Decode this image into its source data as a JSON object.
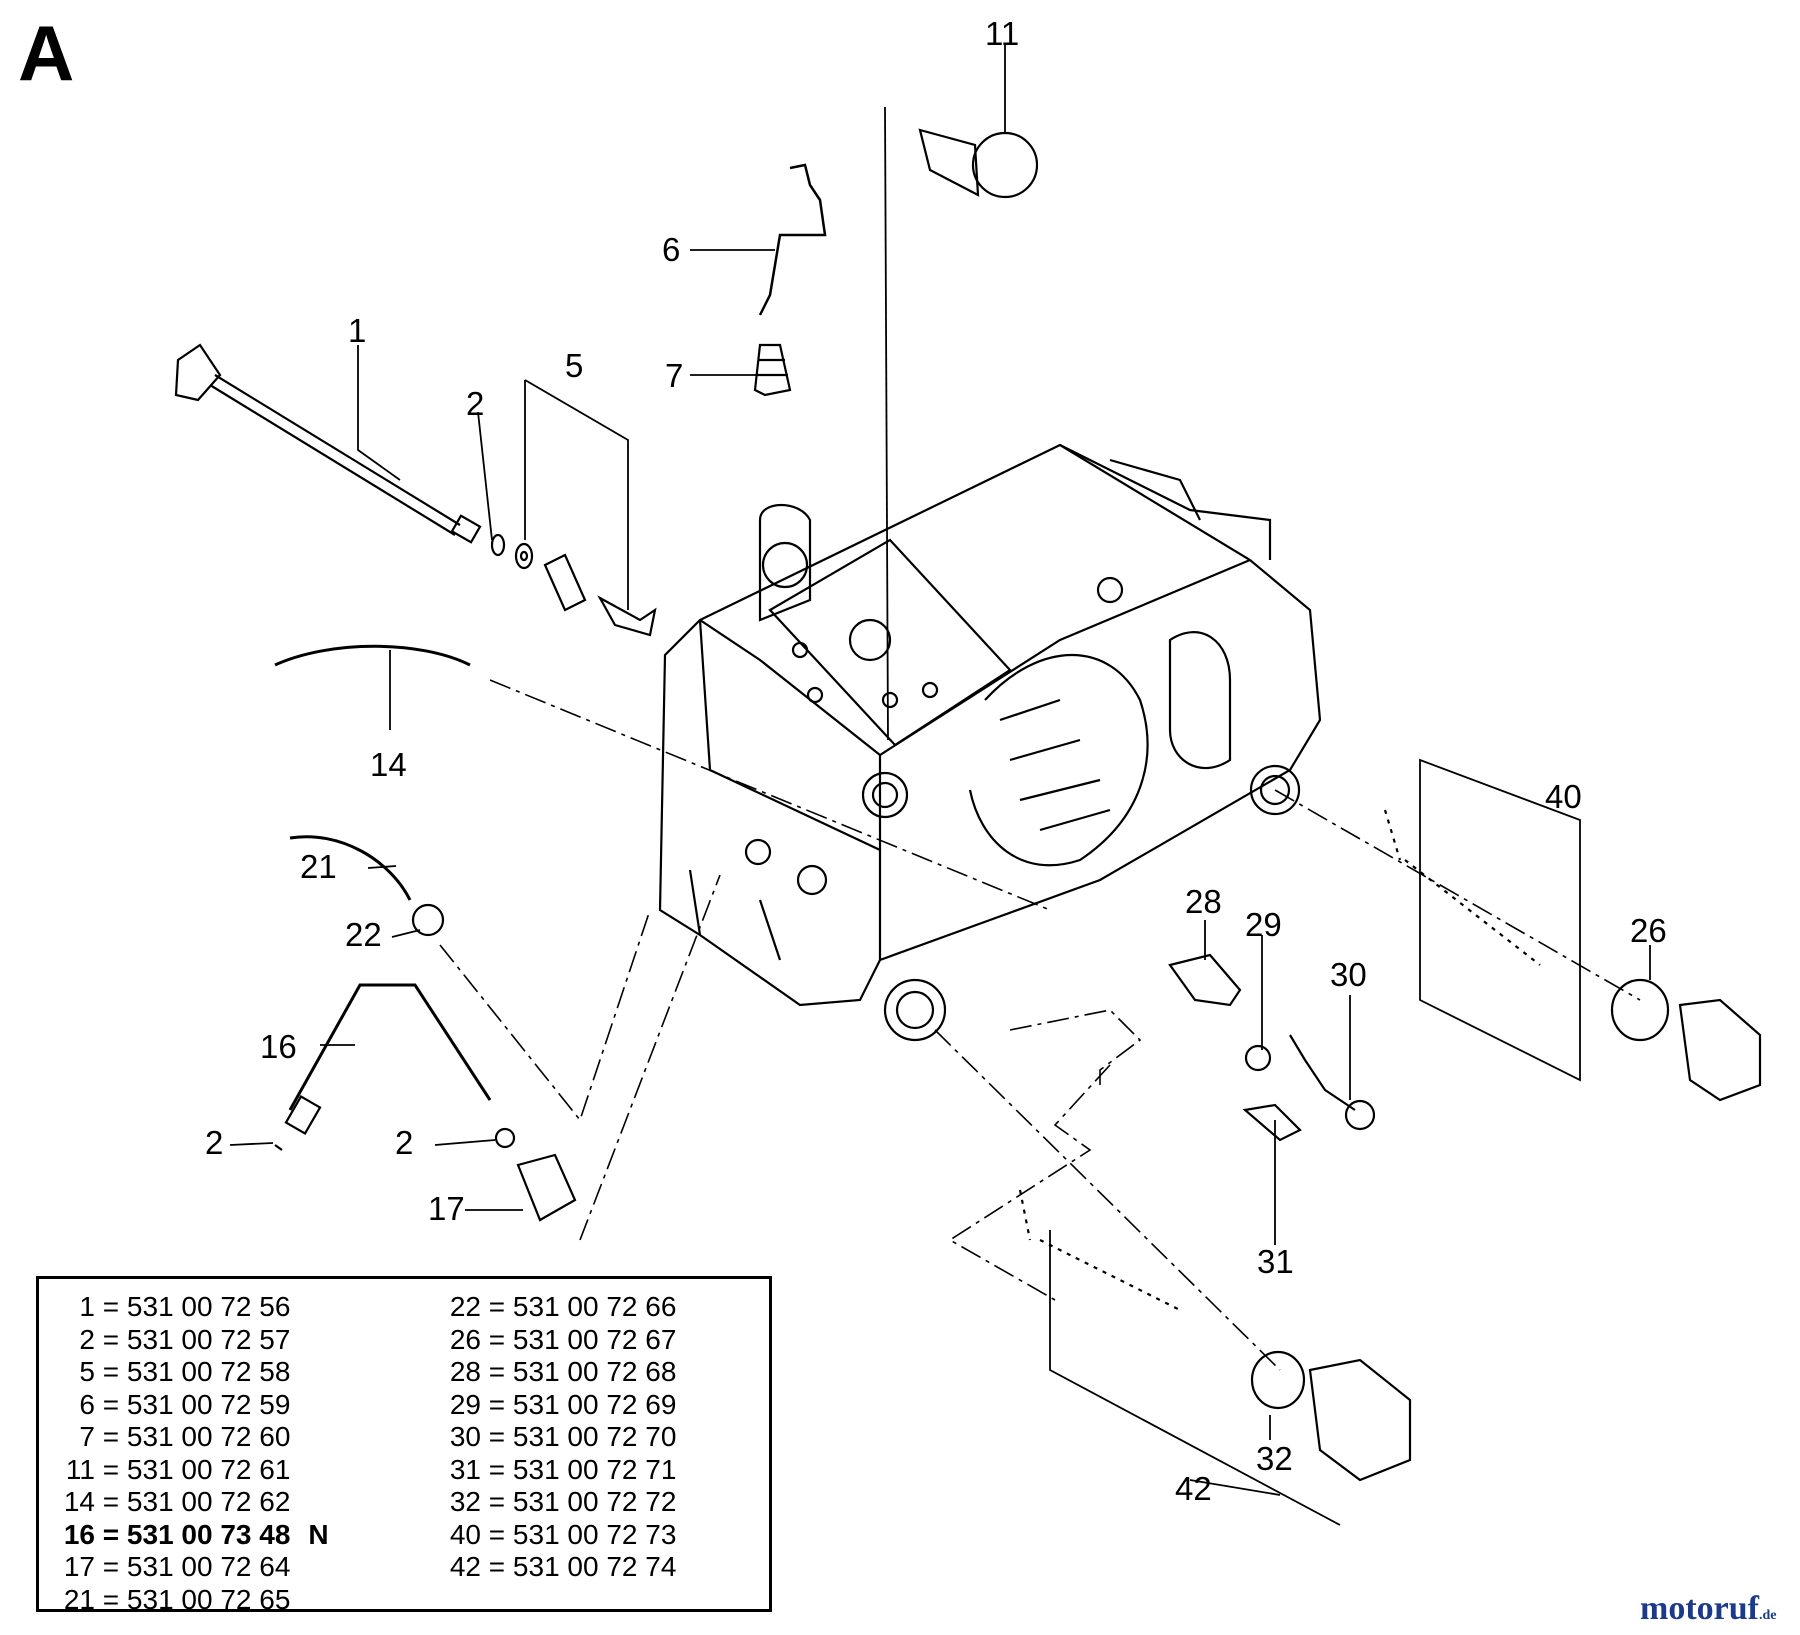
{
  "section_letter": "A",
  "callouts": {
    "n1": "1",
    "n2a": "2",
    "n2b": "2",
    "n2c": "2",
    "n5": "5",
    "n6": "6",
    "n7": "7",
    "n11": "11",
    "n14": "14",
    "n16": "16",
    "n17": "17",
    "n21": "21",
    "n22": "22",
    "n26": "26",
    "n28": "28",
    "n29": "29",
    "n30": "30",
    "n31": "31",
    "n32": "32",
    "n40": "40",
    "n42": "42"
  },
  "parts_left": [
    {
      "num": "1",
      "part": "531 00 72 56"
    },
    {
      "num": "2",
      "part": "531 00 72 57"
    },
    {
      "num": "5",
      "part": "531 00 72 58"
    },
    {
      "num": "6",
      "part": "531 00 72 59"
    },
    {
      "num": "7",
      "part": "531 00 72 60"
    },
    {
      "num": "11",
      "part": "531 00 72 61"
    },
    {
      "num": "14",
      "part": "531 00 72 62"
    },
    {
      "num": "16",
      "part": "531 00 73 48",
      "flag": "N"
    },
    {
      "num": "17",
      "part": "531 00 72 64"
    },
    {
      "num": "21",
      "part": "531 00 72 65"
    }
  ],
  "parts_right": [
    {
      "num": "22",
      "part": "531 00 72 66"
    },
    {
      "num": "26",
      "part": "531 00 72 67"
    },
    {
      "num": "28",
      "part": "531 00 72 68"
    },
    {
      "num": "29",
      "part": "531 00 72 69"
    },
    {
      "num": "30",
      "part": "531 00 72 70"
    },
    {
      "num": "31",
      "part": "531 00 72 71"
    },
    {
      "num": "32",
      "part": "531 00 72 72"
    },
    {
      "num": "40",
      "part": "531 00 72 73"
    },
    {
      "num": "42",
      "part": "531 00 72 74"
    }
  ],
  "watermark": {
    "name": "motoruf",
    "tld": ".de"
  }
}
